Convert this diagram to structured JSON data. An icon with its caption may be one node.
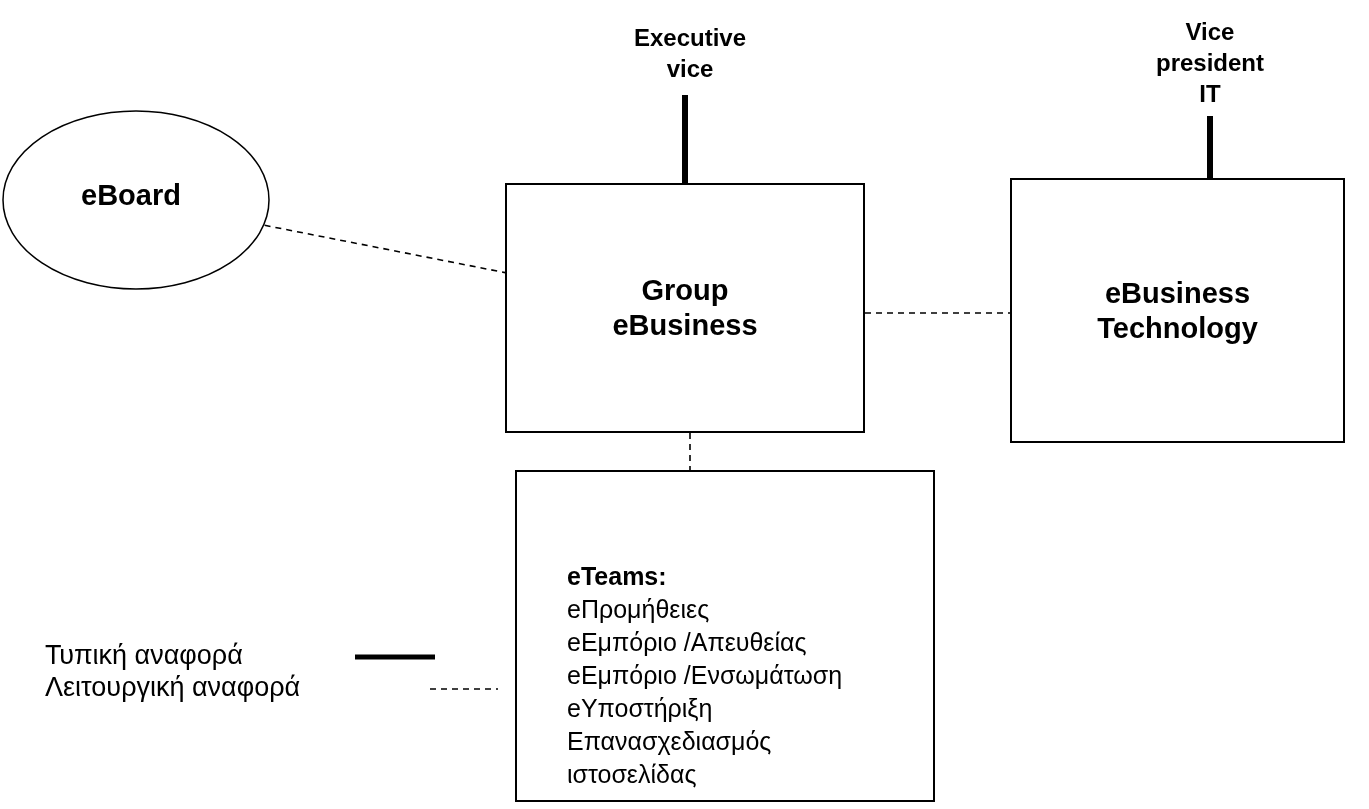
{
  "diagram": {
    "nodes": [
      {
        "text": [
          "eBoard"
        ]
      },
      {
        "text": [
          "Executive vice"
        ]
      },
      {
        "text": [
          "Group eBusiness"
        ]
      },
      {
        "text": [
          "Vice president IT"
        ]
      },
      {
        "text": [
          "eBusiness Technology"
        ]
      },
      {
        "text": [
          "eTeams:",
          "eΠρομήθειες",
          "eΕμπόριο /Απευθείας",
          "eΕμπόριο /Ενσωμάτωση",
          "eΥποστήριξη",
          "Επανασχεδιασμός ιστοσελίδας"
        ]
      }
    ],
    "edges": [
      {
        "from": 1,
        "to": 2,
        "arrow": "none",
        "style": "thick"
      },
      {
        "from": 3,
        "to": 4,
        "arrow": "none",
        "style": "thick"
      },
      {
        "from": 0,
        "to": 2,
        "arrow": "none",
        "style": "dashed"
      },
      {
        "from": 2,
        "to": 4,
        "arrow": "none",
        "style": "dashed"
      },
      {
        "from": 2,
        "to": 5,
        "arrow": "none",
        "style": "dashed"
      }
    ],
    "legend": [
      {
        "text": "Τυπική αναφορά"
      },
      {
        "text": "Λειτουργική αναφορά"
      }
    ]
  }
}
